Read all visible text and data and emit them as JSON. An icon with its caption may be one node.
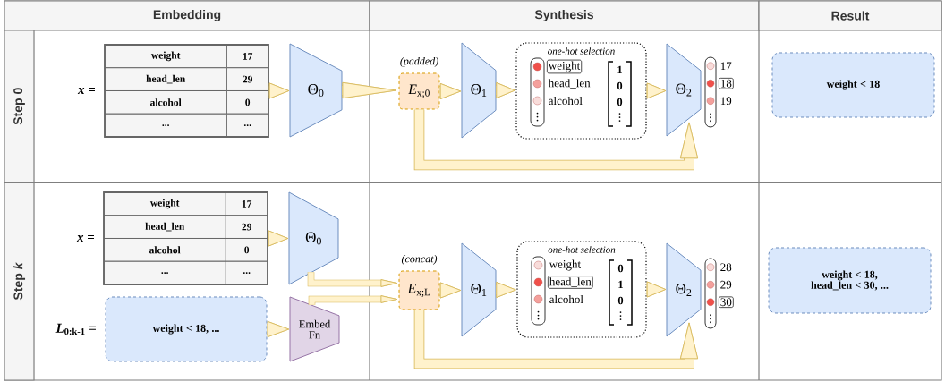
{
  "diagram": {
    "nodes": [
      {
        "text": [
          "weight",
          "17",
          "head_len",
          "29",
          "alcohol",
          "0",
          "...",
          "..."
        ],
        "beside": [
          "*x* ="
        ]
      },
      {
        "text": [
          "Θ$_{0}$"
        ]
      },
      {
        "text": [
          "*E*$_{x;0}$"
        ],
        "beside": [
          "(padded)"
        ]
      },
      {
        "text": [
          "Θ$_{1}$"
        ]
      },
      {
        "text": [
          "one-hot selection"
        ]
      },
      {
        "text": [
          "weight",
          "head_len",
          "alcohol"
        ],
        "in": 4
      },
      {
        "text": [
          "1",
          "0",
          "0"
        ],
        "in": 4
      },
      {
        "text": [
          "Θ$_{2}$"
        ]
      },
      {
        "text": [
          "17",
          "18",
          "19"
        ]
      },
      {
        "text": [
          "weight < 18"
        ]
      },
      {
        "text": [
          "weight",
          "17",
          "head_len",
          "29",
          "alcohol",
          "0",
          "...",
          "..."
        ],
        "beside": [
          "*x* ="
        ]
      },
      {
        "text": [
          "Θ$_{0}$"
        ]
      },
      {
        "text": [
          "weight < 18, ..."
        ],
        "beside": [
          "*L*$_{0:k-1}$ ="
        ]
      },
      {
        "text": [
          "Embed Fn"
        ]
      },
      {
        "text": [
          "*E*$_{x;L}$"
        ],
        "beside": [
          "(concat)"
        ]
      },
      {
        "text": [
          "Θ$_{1}$"
        ]
      },
      {
        "text": [
          "one-hot selection"
        ]
      },
      {
        "text": [
          "weight",
          "head_len",
          "alcohol"
        ],
        "in": 16
      },
      {
        "text": [
          "0",
          "1",
          "0"
        ],
        "in": 16
      },
      {
        "text": [
          "Θ$_{2}$"
        ]
      },
      {
        "text": [
          "28",
          "29",
          "30"
        ]
      },
      {
        "text": [
          "weight < 18, head_len < 30, ..."
        ]
      }
    ],
    "edges": [
      {
        "from": 0,
        "to": 1,
        "arrow": "to"
      },
      {
        "from": 1,
        "to": 2,
        "arrow": "to"
      },
      {
        "from": 2,
        "to": 3,
        "arrow": "to"
      },
      {
        "from": 3,
        "to": 4,
        "arrow": "to"
      },
      {
        "from": 4,
        "to": 7,
        "arrow": "to"
      },
      {
        "from": 2,
        "to": 7,
        "arrow": "to"
      },
      {
        "from": 10,
        "to": 11,
        "arrow": "to"
      },
      {
        "from": 12,
        "to": 13,
        "arrow": "to"
      },
      {
        "from": 11,
        "to": 14,
        "arrow": "to"
      },
      {
        "from": 13,
        "to": 14,
        "arrow": "to"
      },
      {
        "from": 14,
        "to": 15,
        "arrow": "to"
      },
      {
        "from": 15,
        "to": 16,
        "arrow": "to"
      },
      {
        "from": 16,
        "to": 19,
        "arrow": "to"
      },
      {
        "from": 14,
        "to": 19,
        "arrow": "to"
      }
    ],
    "labels": [
      "Embedding",
      "Synthesis",
      "Result",
      "Step 0",
      "Step *k*"
    ]
  }
}
